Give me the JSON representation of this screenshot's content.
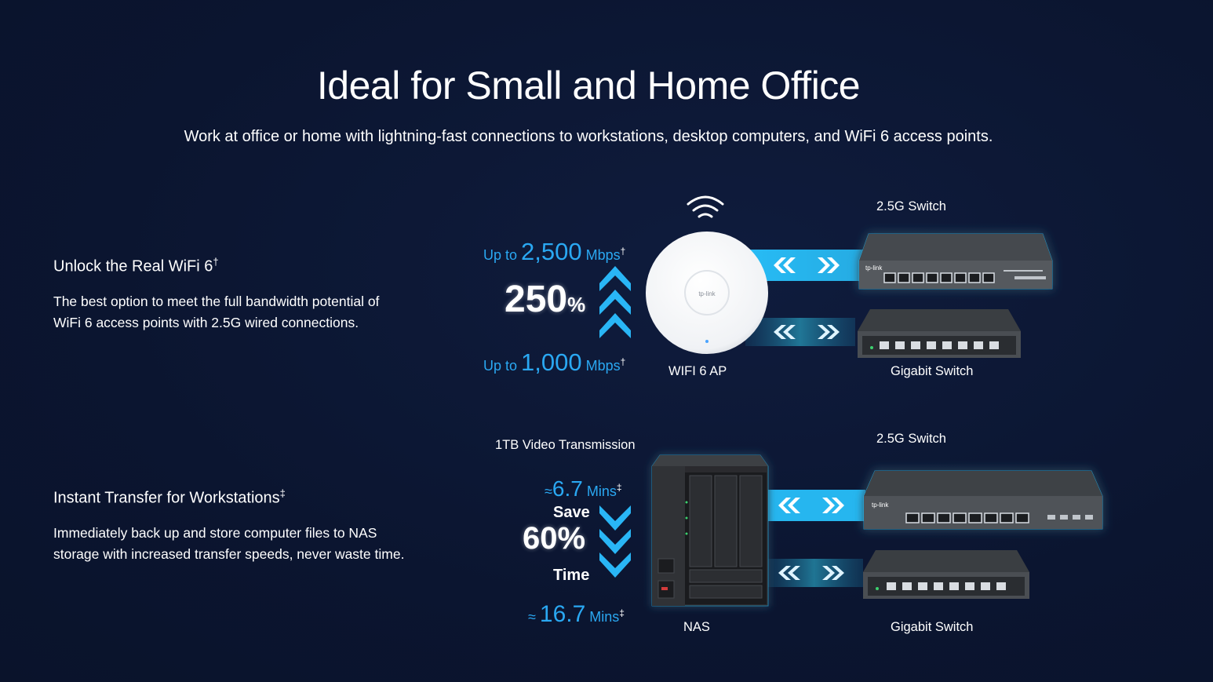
{
  "hero": {
    "title": "Ideal for Small and Home Office",
    "subtitle": "Work at office or home with lightning-fast connections to workstations, desktop computers, and WiFi 6 access points."
  },
  "features": [
    {
      "title": "Unlock the Real WiFi 6",
      "title_mark": "†",
      "description_line1": "The best option to meet the full bandwidth potential of",
      "description_line2": "WiFi 6 access points with 2.5G wired connections."
    },
    {
      "title": "Instant Transfer for Workstations",
      "title_mark": "‡",
      "description_line1": "Immediately back up and store computer files to NAS",
      "description_line2": "storage with increased transfer speeds, never waste time."
    }
  ],
  "wifi_diagram": {
    "top_stat": {
      "prefix": "Up to ",
      "value": "2,500",
      "unit": " Mbps",
      "mark": "†"
    },
    "percent_value": "250",
    "percent_sign": "%",
    "bottom_stat": {
      "prefix": "Up to ",
      "value": "1,000",
      "unit": " Mbps",
      "mark": "†"
    },
    "ap_label": "WIFI 6 AP",
    "ap_brand": "tp-link",
    "switch_top_label": "2.5G Switch",
    "switch_bottom_label": "Gigabit Switch"
  },
  "nas_diagram": {
    "heading": "1TB Video Transmission",
    "top_stat": {
      "prefix": "≈",
      "value": "6.7",
      "unit": " Mins",
      "mark": "‡"
    },
    "save_label": "Save",
    "percent": "60%",
    "time_label": "Time",
    "bottom_stat": {
      "prefix": "≈ ",
      "value": "16.7",
      "unit": " Mins",
      "mark": "‡"
    },
    "nas_label": "NAS",
    "switch_top_label": "2.5G Switch",
    "switch_bottom_label": "Gigabit Switch"
  },
  "switch_brand": "tp-link",
  "colors": {
    "background": "#0b1530",
    "accent_blue": "#2aa8f2",
    "glow_blue": "#29c4ff",
    "switch_body": "#3c4045"
  },
  "icons": [
    "wifi-icon",
    "chevron-up-icon",
    "chevron-down-icon",
    "double-arrow-left-icon",
    "double-arrow-right-icon"
  ]
}
